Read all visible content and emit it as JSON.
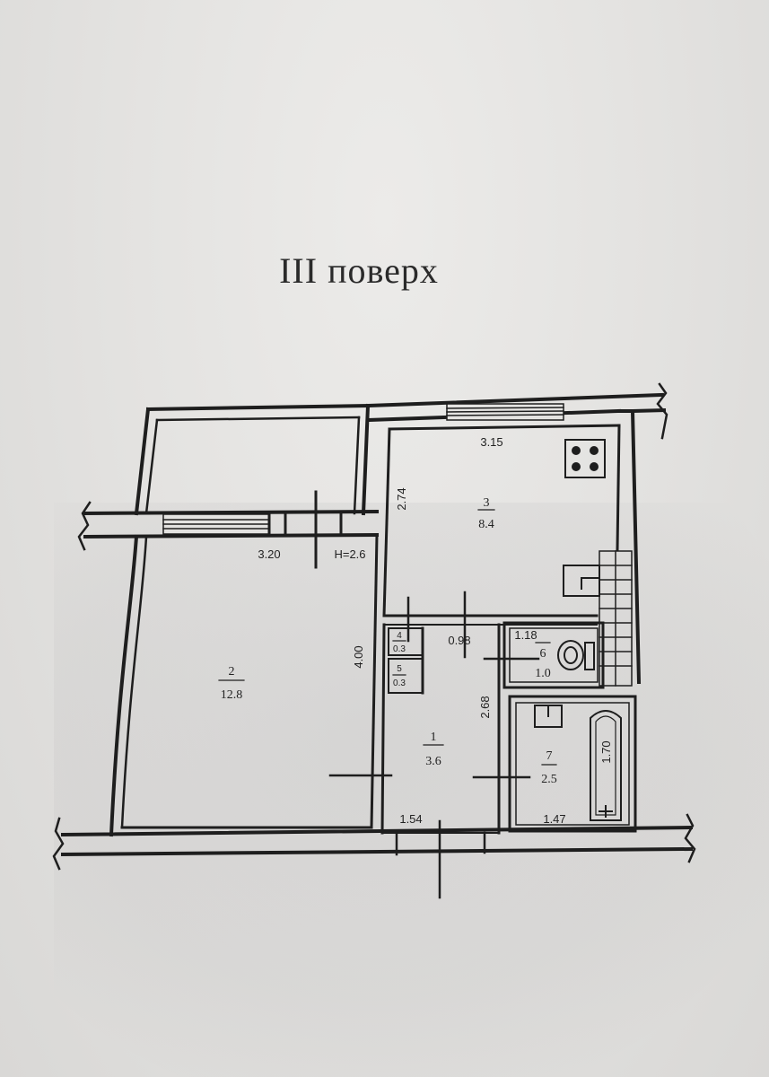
{
  "floor_title": "III поверх",
  "ceiling_height": "H=2.6",
  "rooms": [
    {
      "id": "1",
      "area": "3.6"
    },
    {
      "id": "2",
      "area": "12.8"
    },
    {
      "id": "3",
      "area": "8.4"
    },
    {
      "id": "4",
      "area": "0.3"
    },
    {
      "id": "5",
      "area": "0.3"
    },
    {
      "id": "6",
      "area": "1.0"
    },
    {
      "id": "7",
      "area": "2.5"
    }
  ],
  "dimensions": {
    "room2_width": "3.20",
    "room2_length": "4.00",
    "room3_width": "3.15",
    "room3_length": "2.74",
    "room1_width_top": "0.98",
    "room1_length": "2.68",
    "room1_width_bottom": "1.54",
    "room6_width": "1.18",
    "room7_width": "1.47",
    "room7_length": "1.70"
  },
  "colors": {
    "ink": "#1e1e1e",
    "paper": "#e4e3e1"
  }
}
